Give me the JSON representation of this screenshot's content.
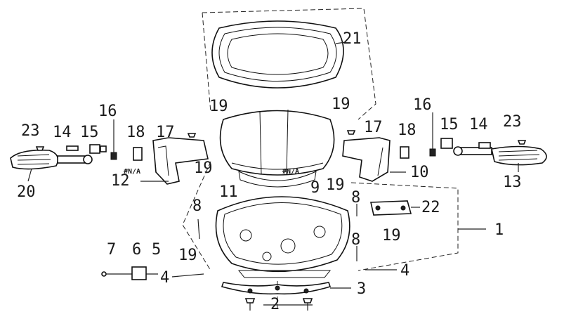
{
  "callouts": {
    "c1": "1",
    "c2": "2",
    "c3": "3",
    "c4a": "4",
    "c4b": "4",
    "c5": "5",
    "c6": "6",
    "c7": "7",
    "c8a": "8",
    "c8b": "8",
    "c8c": "8",
    "c9": "9",
    "c10": "10",
    "c11": "11",
    "c12": "12",
    "c13": "13",
    "c14a": "14",
    "c14b": "14",
    "c15a": "15",
    "c15b": "15",
    "c16a": "16",
    "c16b": "16",
    "c17a": "17",
    "c17b": "17",
    "c18a": "18",
    "c18b": "18",
    "c19a": "19",
    "c19b": "19",
    "c19c": "19",
    "c19d": "19",
    "c19e": "19",
    "c19f": "19",
    "c20": "20",
    "c21": "21",
    "c22": "22",
    "c23a": "23",
    "c23b": "23"
  },
  "tags": {
    "na_left": "#N/A",
    "na_center": "#N/A"
  }
}
